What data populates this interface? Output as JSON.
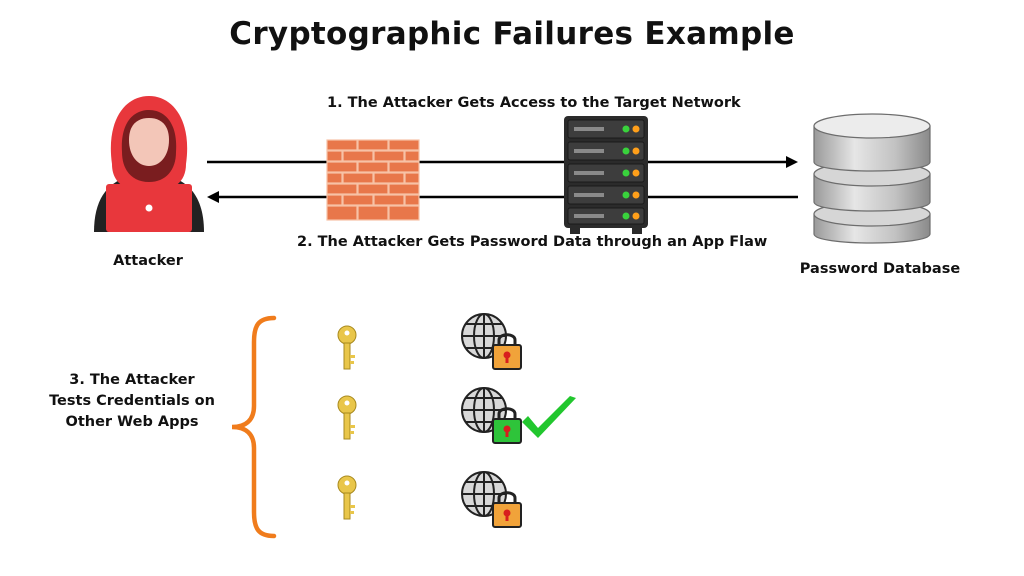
{
  "title": "Cryptographic Failures Example",
  "steps": {
    "step1": "1. The Attacker Gets Access to the Target Network",
    "step2": "2. The Attacker Gets Password Data through an App Flaw",
    "step3_line1": "3. The Attacker",
    "step3_line2": "Tests Credentials on",
    "step3_line3": "Other Web Apps"
  },
  "nodes": {
    "attacker": "Attacker",
    "database": "Password Database"
  },
  "colors": {
    "hood": "#e8373c",
    "laptop": "#e8373c",
    "brick": "#e8774a",
    "server": "#2b2b2b",
    "led_green": "#39d23c",
    "led_orange": "#ff9f1a",
    "database": "#c9c9c9",
    "brace": "#f07c1c",
    "key": "#e9c64a",
    "lock_default": "#f1a33a",
    "lock_success": "#2ec43a",
    "check": "#22c72e"
  },
  "credential_tests": [
    {
      "key_icon": "key-icon",
      "site_icon": "globe-lock-icon",
      "result": "locked"
    },
    {
      "key_icon": "key-icon",
      "site_icon": "globe-lock-icon",
      "result": "success"
    },
    {
      "key_icon": "key-icon",
      "site_icon": "globe-lock-icon",
      "result": "locked"
    }
  ]
}
